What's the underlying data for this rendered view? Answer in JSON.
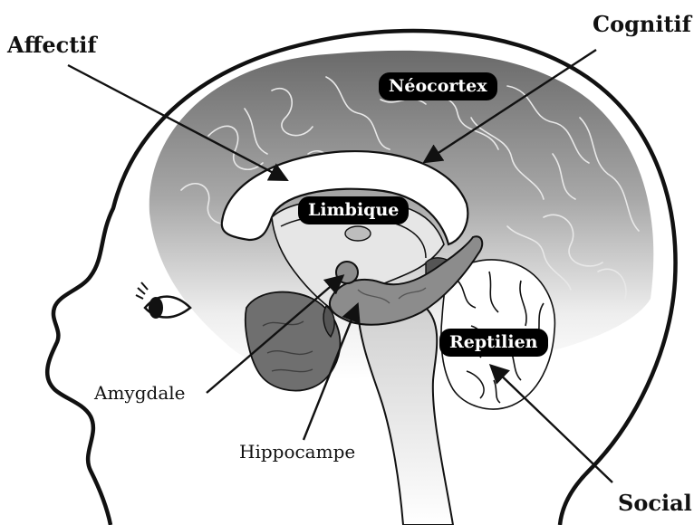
{
  "labels": {
    "affectif": "Affectif",
    "cognitif": "Cognitif",
    "social": "Social",
    "amygdale": "Amygdale",
    "hippocampe": "Hippocampe"
  },
  "regions": {
    "neocortex": "Néocortex",
    "limbique": "Limbique",
    "reptilien": "Reptilien"
  },
  "colors": {
    "cortex_dark": "#6a6a6a",
    "cortex_light": "#f4f4f4",
    "limbic_fill": "#8c8c8c",
    "cerebellum_fill": "#ffffff",
    "outline": "#111111",
    "pill_bg": "#000000",
    "pill_text": "#ffffff"
  }
}
